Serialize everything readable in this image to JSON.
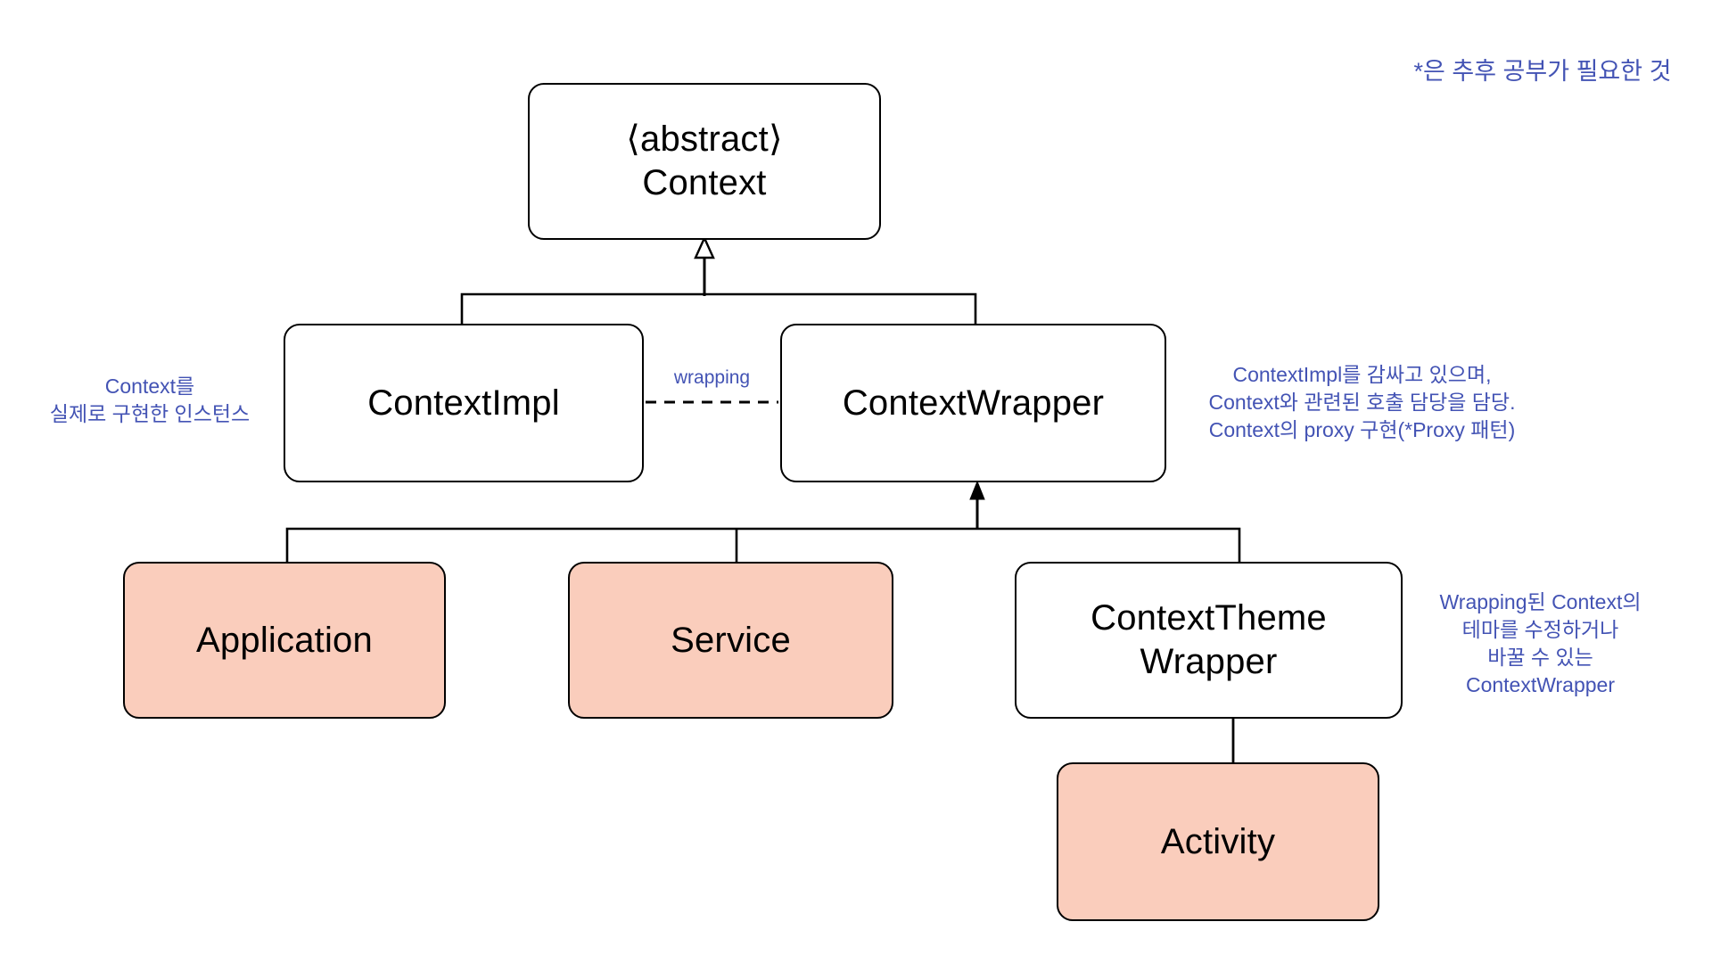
{
  "diagram": {
    "legend_note": "*은 추후 공부가 필요한 것",
    "nodes": {
      "context": {
        "line1": "⟨abstract⟩",
        "line2": "Context"
      },
      "context_impl": {
        "label": "ContextImpl"
      },
      "context_wrapper": {
        "label": "ContextWrapper"
      },
      "application": {
        "label": "Application"
      },
      "service": {
        "label": "Service"
      },
      "context_theme_wrapper": {
        "line1": "ContextTheme",
        "line2": "Wrapper"
      },
      "activity": {
        "label": "Activity"
      }
    },
    "edge_labels": {
      "wrapping": "wrapping"
    },
    "annotations": {
      "context_impl_note": {
        "line1": "Context를",
        "line2": "실제로 구현한 인스턴스"
      },
      "context_wrapper_note": {
        "line1": "ContextImpl를 감싸고 있으며,",
        "line2": "Context와 관련된 호출 담당을 담당.",
        "line3": "Context의 proxy 구현(*Proxy 패턴)"
      },
      "context_theme_wrapper_note": {
        "line1": "Wrapping된 Context의",
        "line2": "테마를 수정하거나",
        "line3": "바꿀 수 있는",
        "line4": "ContextWrapper"
      }
    },
    "colors": {
      "highlight_fill": "#FACDBC",
      "annotation_blue": "#4353B4",
      "stroke": "#000000",
      "background": "#FFFFFF"
    }
  }
}
